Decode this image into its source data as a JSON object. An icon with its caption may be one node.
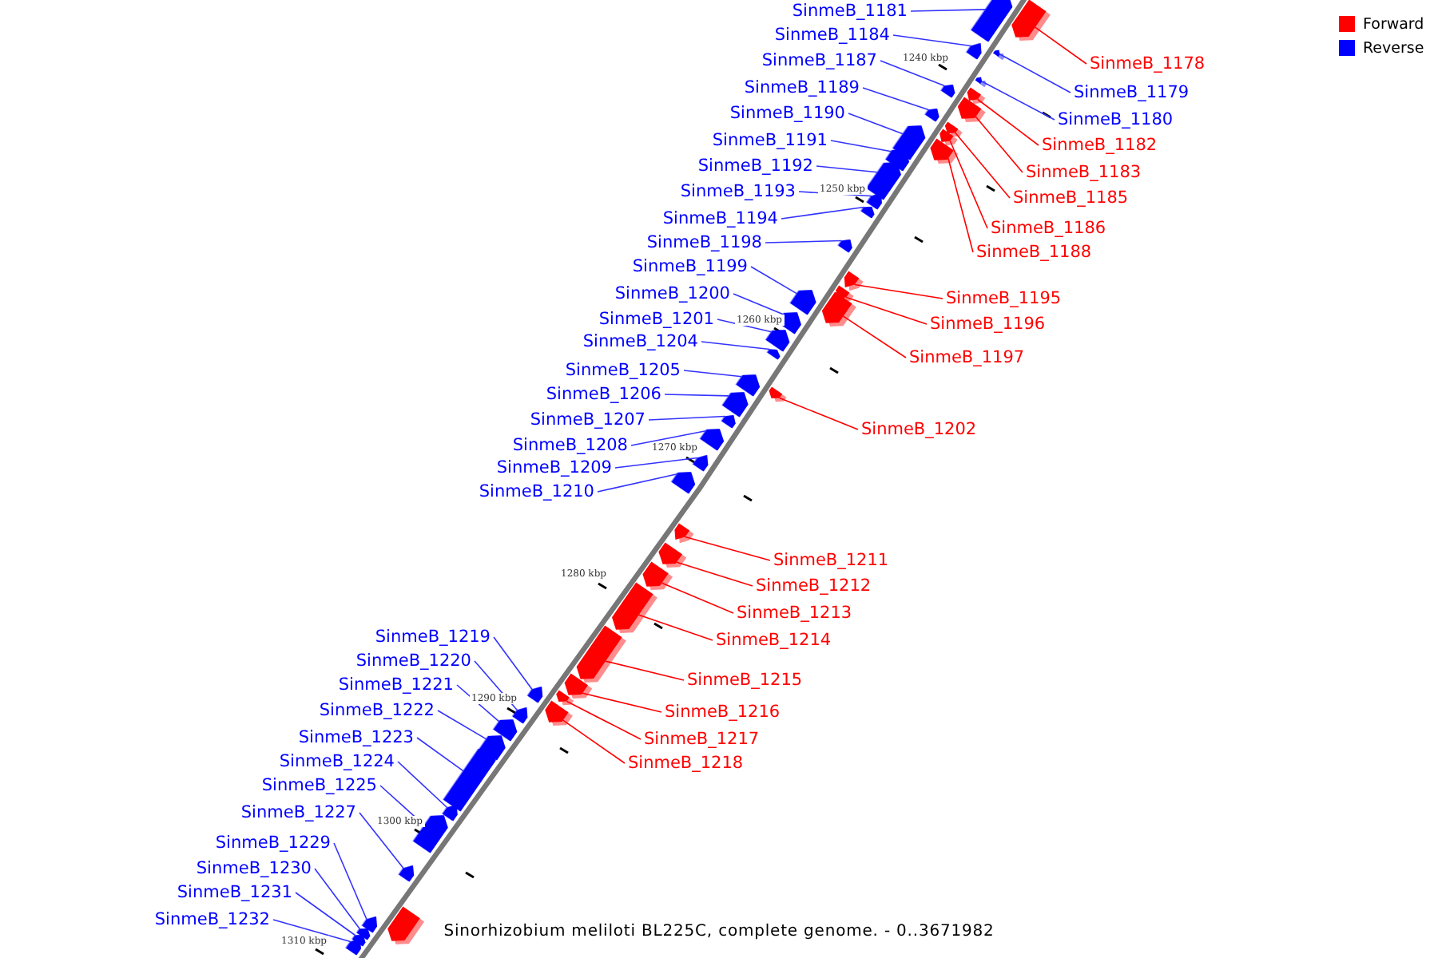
{
  "diagram": {
    "caption": "Sinorhizobium meliloti BL225C, complete genome. - 0..3671982",
    "nodes": [
      {
        "text": [
          "SinmeB_1181"
        ]
      },
      {
        "text": [
          "SinmeB_1178"
        ]
      },
      {
        "text": [
          "SinmeB_1184"
        ]
      },
      {
        "text": [
          "SinmeB_1187"
        ]
      },
      {
        "text": [
          "SinmeB_1179"
        ]
      },
      {
        "text": [
          "SinmeB_1189"
        ]
      },
      {
        "text": [
          "SinmeB_1190"
        ]
      },
      {
        "text": [
          "SinmeB_1180"
        ]
      },
      {
        "text": [
          "SinmeB_1191"
        ]
      },
      {
        "text": [
          "SinmeB_1182"
        ]
      },
      {
        "text": [
          "SinmeB_1192"
        ]
      },
      {
        "text": [
          "SinmeB_1183"
        ]
      },
      {
        "text": [
          "SinmeB_1193"
        ]
      },
      {
        "text": [
          "SinmeB_1185"
        ]
      },
      {
        "text": [
          "SinmeB_1194"
        ]
      },
      {
        "text": [
          "SinmeB_1186"
        ]
      },
      {
        "text": [
          "SinmeB_1198"
        ]
      },
      {
        "text": [
          "SinmeB_1188"
        ]
      },
      {
        "text": [
          "SinmeB_1199"
        ]
      },
      {
        "text": [
          "SinmeB_1200"
        ]
      },
      {
        "text": [
          "SinmeB_1195"
        ]
      },
      {
        "text": [
          "SinmeB_1201"
        ]
      },
      {
        "text": [
          "SinmeB_1196"
        ]
      },
      {
        "text": [
          "SinmeB_1204"
        ]
      },
      {
        "text": [
          "SinmeB_1197"
        ]
      },
      {
        "text": [
          "SinmeB_1205"
        ]
      },
      {
        "text": [
          "SinmeB_1206"
        ]
      },
      {
        "text": [
          "SinmeB_1207"
        ]
      },
      {
        "text": [
          "SinmeB_1202"
        ]
      },
      {
        "text": [
          "SinmeB_1208"
        ]
      },
      {
        "text": [
          "SinmeB_1209"
        ]
      },
      {
        "text": [
          "SinmeB_1210"
        ]
      },
      {
        "text": [
          "SinmeB_1211"
        ]
      },
      {
        "text": [
          "SinmeB_1212"
        ]
      },
      {
        "text": [
          "SinmeB_1213"
        ]
      },
      {
        "text": [
          "SinmeB_1214"
        ]
      },
      {
        "text": [
          "SinmeB_1219"
        ]
      },
      {
        "text": [
          "SinmeB_1220"
        ]
      },
      {
        "text": [
          "SinmeB_1215"
        ]
      },
      {
        "text": [
          "SinmeB_1221"
        ]
      },
      {
        "text": [
          "SinmeB_1222"
        ]
      },
      {
        "text": [
          "SinmeB_1216"
        ]
      },
      {
        "text": [
          "SinmeB_1223"
        ]
      },
      {
        "text": [
          "SinmeB_1217"
        ]
      },
      {
        "text": [
          "SinmeB_1224"
        ]
      },
      {
        "text": [
          "SinmeB_1218"
        ]
      },
      {
        "text": [
          "SinmeB_1225"
        ]
      },
      {
        "text": [
          "SinmeB_1227"
        ]
      },
      {
        "text": [
          "SinmeB_1229"
        ]
      },
      {
        "text": [
          "SinmeB_1230"
        ]
      },
      {
        "text": [
          "SinmeB_1231"
        ]
      },
      {
        "text": [
          "SinmeB_1232"
        ]
      },
      {
        "text": [],
        "shape": "block"
      },
      {
        "text": [],
        "shape": "block"
      },
      {
        "text": [],
        "shape": "block"
      },
      {
        "text": [],
        "shape": "block"
      },
      {
        "text": [],
        "shape": "block"
      },
      {
        "text": [],
        "shape": "block"
      },
      {
        "text": [],
        "shape": "block"
      },
      {
        "text": [],
        "shape": "block"
      },
      {
        "text": [],
        "shape": "block"
      },
      {
        "text": [],
        "shape": "block"
      },
      {
        "text": [],
        "shape": "block"
      },
      {
        "text": [],
        "shape": "block"
      },
      {
        "text": [],
        "shape": "block"
      },
      {
        "text": [],
        "shape": "block"
      },
      {
        "text": [],
        "shape": "block"
      },
      {
        "text": [],
        "shape": "block"
      },
      {
        "text": [],
        "shape": "block"
      },
      {
        "text": [],
        "shape": "block"
      },
      {
        "text": [],
        "shape": "block"
      },
      {
        "text": [],
        "shape": "block"
      },
      {
        "text": [],
        "shape": "block"
      },
      {
        "text": [],
        "shape": "block"
      },
      {
        "text": [],
        "shape": "block"
      },
      {
        "text": [],
        "shape": "block"
      },
      {
        "text": [],
        "shape": "block"
      },
      {
        "text": [],
        "shape": "block"
      },
      {
        "text": [],
        "shape": "block"
      },
      {
        "text": [],
        "shape": "block"
      },
      {
        "text": [],
        "shape": "block"
      },
      {
        "text": [],
        "shape": "block"
      },
      {
        "text": [],
        "shape": "block"
      },
      {
        "text": [],
        "shape": "block"
      },
      {
        "text": [],
        "shape": "block"
      },
      {
        "text": [],
        "shape": "block"
      },
      {
        "text": [],
        "shape": "block"
      },
      {
        "text": [],
        "shape": "block"
      },
      {
        "text": [],
        "shape": "block"
      },
      {
        "text": [],
        "shape": "block"
      },
      {
        "text": [],
        "shape": "block"
      },
      {
        "text": [],
        "shape": "block"
      },
      {
        "text": [],
        "shape": "block"
      },
      {
        "text": [],
        "shape": "block"
      },
      {
        "text": [],
        "shape": "block"
      },
      {
        "text": [],
        "shape": "block"
      },
      {
        "text": [],
        "shape": "block"
      },
      {
        "text": [],
        "shape": "block"
      },
      {
        "text": [],
        "shape": "block"
      },
      {
        "text": [],
        "shape": "block"
      },
      {
        "text": [],
        "shape": "block"
      },
      {
        "text": [],
        "shape": "block"
      },
      {
        "text": [],
        "shape": "block"
      },
      {
        "text": [],
        "shape": "block"
      },
      {
        "text": [],
        "shape": "block"
      }
    ],
    "edges": [
      {
        "from": 0,
        "to": 53,
        "arrow": "none"
      },
      {
        "from": 1,
        "to": 52,
        "arrow": "none",
        "color": "#ff0000"
      },
      {
        "from": 2,
        "to": 55,
        "arrow": "none"
      },
      {
        "from": 3,
        "to": 58,
        "arrow": "none"
      },
      {
        "from": 4,
        "to": 54,
        "arrow": "none"
      },
      {
        "from": 5,
        "to": 60,
        "arrow": "none"
      },
      {
        "from": 6,
        "to": 64,
        "arrow": "none"
      },
      {
        "from": 7,
        "to": 56,
        "arrow": "none"
      },
      {
        "from": 8,
        "to": 65,
        "arrow": "none"
      },
      {
        "from": 9,
        "to": 57,
        "arrow": "none",
        "color": "#ff0000"
      },
      {
        "from": 10,
        "to": 66,
        "arrow": "none"
      },
      {
        "from": 11,
        "to": 59,
        "arrow": "none",
        "color": "#ff0000"
      },
      {
        "from": 12,
        "to": 67,
        "arrow": "none"
      },
      {
        "from": 13,
        "to": 61,
        "arrow": "none",
        "color": "#ff0000"
      },
      {
        "from": 14,
        "to": 68,
        "arrow": "none"
      },
      {
        "from": 15,
        "to": 62,
        "arrow": "none",
        "color": "#ff0000"
      },
      {
        "from": 16,
        "to": 69,
        "arrow": "none"
      },
      {
        "from": 17,
        "to": 63,
        "arrow": "none",
        "color": "#ff0000"
      },
      {
        "from": 18,
        "to": 73,
        "arrow": "none"
      },
      {
        "from": 19,
        "to": 74,
        "arrow": "none"
      },
      {
        "from": 20,
        "to": 70,
        "arrow": "none",
        "color": "#ff0000"
      },
      {
        "from": 21,
        "to": 75,
        "arrow": "none"
      },
      {
        "from": 22,
        "to": 71,
        "arrow": "none",
        "color": "#ff0000"
      },
      {
        "from": 23,
        "to": 76,
        "arrow": "none"
      },
      {
        "from": 24,
        "to": 72,
        "arrow": "none",
        "color": "#ff0000"
      },
      {
        "from": 25,
        "to": 78,
        "arrow": "none"
      },
      {
        "from": 26,
        "to": 79,
        "arrow": "none"
      },
      {
        "from": 27,
        "to": 80,
        "arrow": "none"
      },
      {
        "from": 28,
        "to": 77,
        "arrow": "none",
        "color": "#ff0000"
      },
      {
        "from": 29,
        "to": 81,
        "arrow": "none"
      },
      {
        "from": 30,
        "to": 82,
        "arrow": "none"
      },
      {
        "from": 31,
        "to": 83,
        "arrow": "none"
      },
      {
        "from": 32,
        "to": 84,
        "arrow": "none",
        "color": "#ff0000"
      },
      {
        "from": 33,
        "to": 85,
        "arrow": "none",
        "color": "#ff0000"
      },
      {
        "from": 34,
        "to": 86,
        "arrow": "none",
        "color": "#ff0000"
      },
      {
        "from": 35,
        "to": 87,
        "arrow": "none",
        "color": "#ff0000"
      },
      {
        "from": 36,
        "to": 91,
        "arrow": "none"
      },
      {
        "from": 37,
        "to": 93,
        "arrow": "none"
      },
      {
        "from": 38,
        "to": 88,
        "arrow": "none",
        "color": "#ff0000"
      },
      {
        "from": 39,
        "to": 94,
        "arrow": "none"
      },
      {
        "from": 40,
        "to": 95,
        "arrow": "none"
      },
      {
        "from": 41,
        "to": 89,
        "arrow": "none",
        "color": "#ff0000"
      },
      {
        "from": 42,
        "to": 96,
        "arrow": "none"
      },
      {
        "from": 43,
        "to": 90,
        "arrow": "none",
        "color": "#ff0000"
      },
      {
        "from": 44,
        "to": 97,
        "arrow": "none"
      },
      {
        "from": 45,
        "to": 92,
        "arrow": "none",
        "color": "#ff0000"
      },
      {
        "from": 46,
        "to": 98,
        "arrow": "none"
      },
      {
        "from": 47,
        "to": 99,
        "arrow": "none"
      },
      {
        "from": 48,
        "to": 101,
        "arrow": "none"
      },
      {
        "from": 49,
        "to": 102,
        "arrow": "none"
      },
      {
        "from": 50,
        "to": 103,
        "arrow": "none"
      },
      {
        "from": 51,
        "to": 104,
        "arrow": "none"
      }
    ],
    "labels": [
      "1240 kbp",
      "1250 kbp",
      "1260 kbp",
      "1270 kbp",
      "1280 kbp",
      "1290 kbp",
      "1300 kbp",
      "1310 kbp"
    ],
    "legend": [
      {
        "text": "Forward",
        "color": "#ff0000"
      },
      {
        "text": "Reverse",
        "color": "#0000ff"
      }
    ]
  }
}
